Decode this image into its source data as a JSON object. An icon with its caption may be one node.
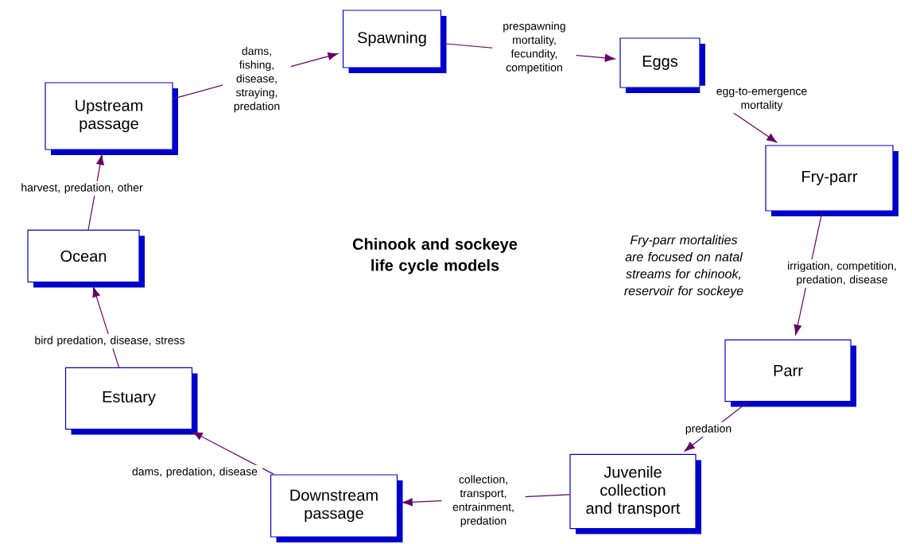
{
  "diagram": {
    "title": "Chinook and sockeye life cycle models",
    "nodes": [
      {
        "text": [
          "Spawning"
        ]
      },
      {
        "text": [
          "Eggs"
        ]
      },
      {
        "text": [
          "Fry-parr"
        ]
      },
      {
        "text": [
          "Parr"
        ]
      },
      {
        "text": [
          "Juvenile collection and transport"
        ]
      },
      {
        "text": [
          "Downstream passage"
        ]
      },
      {
        "text": [
          "Estuary"
        ]
      },
      {
        "text": [
          "Ocean"
        ]
      },
      {
        "text": [
          "Upstream passage"
        ]
      }
    ],
    "edges": [
      {
        "from": 8,
        "to": 0,
        "arrow": "to",
        "label": "dams, fishing, disease, straying, predation"
      },
      {
        "from": 0,
        "to": 1,
        "arrow": "to",
        "label": "prespawning mortality, fecundity, competition"
      },
      {
        "from": 1,
        "to": 2,
        "arrow": "to",
        "label": "egg-to-emergence mortality"
      },
      {
        "from": 2,
        "to": 3,
        "arrow": "to",
        "label": "irrigation, competition, predation, disease"
      },
      {
        "from": 3,
        "to": 4,
        "arrow": "to",
        "label": "predation"
      },
      {
        "from": 4,
        "to": 5,
        "arrow": "to",
        "label": "collection, transport, entrainment, predation"
      },
      {
        "from": 5,
        "to": 6,
        "arrow": "to",
        "label": "dams, predation, disease"
      },
      {
        "from": 6,
        "to": 7,
        "arrow": "to",
        "label": "bird predation, disease, stress"
      },
      {
        "from": 7,
        "to": 8,
        "arrow": "to",
        "label": "harvest, predation, other"
      }
    ],
    "labels": [
      "Fry-parr mortalities are focused on natal streams for chinook, reservoir for sockeye"
    ]
  }
}
